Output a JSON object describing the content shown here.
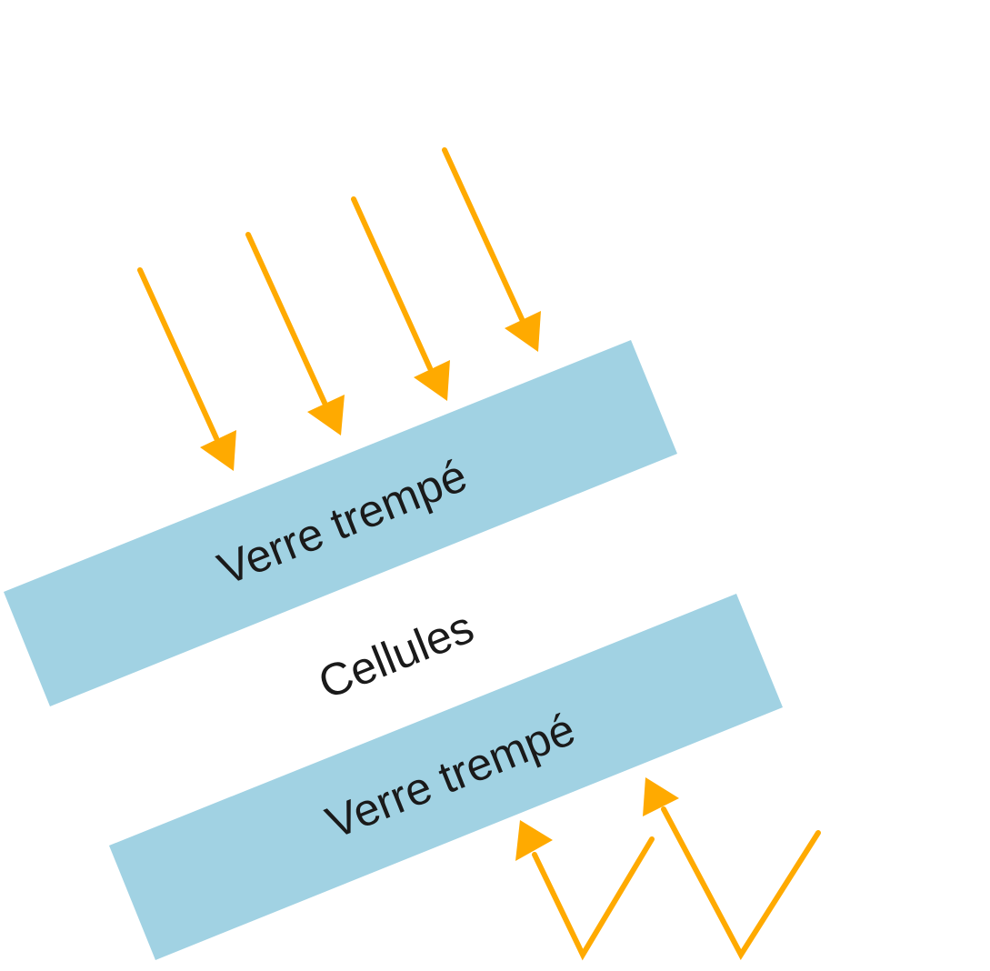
{
  "colors": {
    "background": "#ffffff",
    "glass": "#a1d2e3",
    "arrow": "#ffaa00",
    "text": "#1a1a1a"
  },
  "layers": {
    "top_glass": "Verre trempé",
    "cells": "Cellules",
    "bottom_glass": "Verre trempé"
  }
}
